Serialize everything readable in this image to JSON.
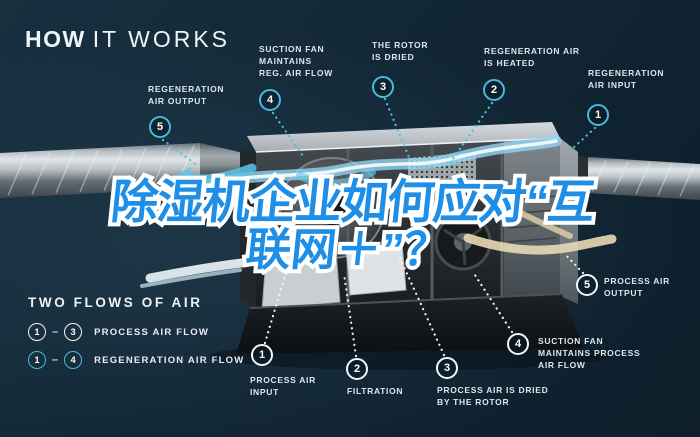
{
  "title": {
    "bold": "HOW",
    "light": "IT WORKS"
  },
  "headline": {
    "line1": "除湿机企业如何应对“互",
    "line2": "联网＋”？",
    "color": "#1e8ee6"
  },
  "regeneration_callouts": [
    {
      "number": "1",
      "label": "REGENERATION\nAIR INPUT"
    },
    {
      "number": "2",
      "label": "REGENERATION AIR\nIS HEATED"
    },
    {
      "number": "3",
      "label": "THE ROTOR\nIS DRIED"
    },
    {
      "number": "4",
      "label": "SUCTION FAN\nMAINTAINS\nREG. AIR FLOW"
    },
    {
      "number": "5",
      "label": "REGENERATION\nAIR OUTPUT"
    }
  ],
  "process_callouts": [
    {
      "number": "1",
      "label": "PROCESS AIR\nINPUT"
    },
    {
      "number": "2",
      "label": "FILTRATION"
    },
    {
      "number": "3",
      "label": "PROCESS AIR IS DRIED\nBY THE ROTOR"
    },
    {
      "number": "4",
      "label": "SUCTION FAN\nMAINTAINS PROCESS\nAIR FLOW"
    },
    {
      "number": "5",
      "label": "PROCESS AIR\nOUTPUT"
    }
  ],
  "legend": {
    "title": "TWO FLOWS OF AIR",
    "rows": [
      {
        "from": "1",
        "to": "3",
        "label": "PROCESS AIR FLOW",
        "style": "white"
      },
      {
        "from": "1",
        "to": "4",
        "label": "REGENERATION AIR FLOW",
        "style": "cyan"
      }
    ]
  },
  "colors": {
    "background": "#13242f",
    "regeneration_accent": "#4ab9da",
    "process_accent": "#ffffff",
    "headline_blue": "#1e8ee6",
    "heater_orange": "#e08227"
  }
}
